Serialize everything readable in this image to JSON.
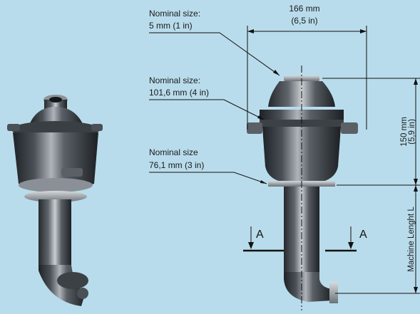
{
  "colors": {
    "background": "#b9dcec",
    "metal_dark": "#2b2f33",
    "metal_mid": "#5a6066",
    "metal_light": "#c9ced2",
    "line": "#111111"
  },
  "labels": {
    "nominal_top_line1": "Nominal size:",
    "nominal_top_line2": "5 mm (1 in)",
    "nominal_mid_line1": "Nominal size:",
    "nominal_mid_line2": "101,6 mm (4 in)",
    "nominal_bot_line1": "Nominal size",
    "nominal_bot_line2": "76,1 mm (3 in)"
  },
  "dimensions": {
    "width_mm": "166 mm",
    "width_in": "(6,5 in)",
    "height_mm": "150 mm",
    "height_in": "(5,9 in)",
    "machine_length": "Machine Lenght L"
  },
  "section": {
    "left": "A",
    "right": "A"
  },
  "icons": [
    "pump-photo",
    "pump-drawing",
    "section-arrow-icon"
  ]
}
